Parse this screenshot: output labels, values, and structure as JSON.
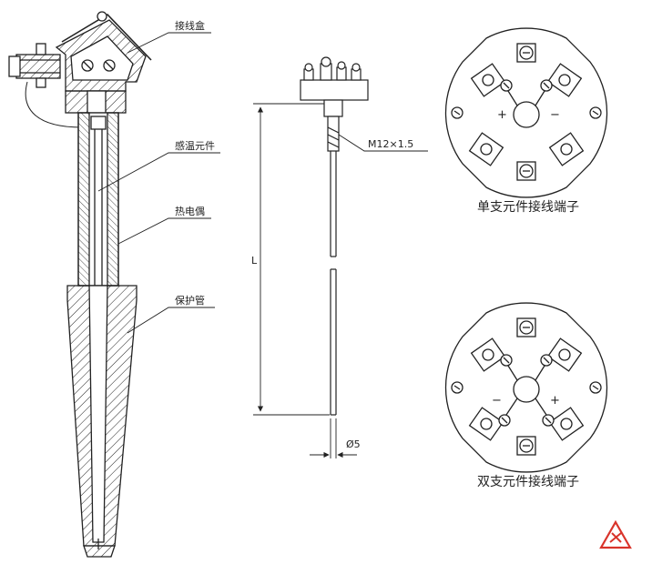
{
  "left_drawing": {
    "callouts": {
      "junction_box": "接线盒",
      "sensing_element": "感温元件",
      "thermocouple": "热电偶",
      "protection_tube": "保护管"
    }
  },
  "middle_drawing": {
    "thread_label": "M12×1.5",
    "length_label": "L",
    "diameter_label": "Ø5"
  },
  "terminal_blocks": {
    "single": {
      "caption": "单支元件接线端子",
      "plus": "+",
      "minus": "−"
    },
    "double": {
      "caption": "双支元件接线端子",
      "plus": "+",
      "minus": "−"
    }
  },
  "colors": {
    "line": "#222222",
    "logo": "#d9342b"
  },
  "icons": {
    "logo": "brand-logo-icon"
  }
}
